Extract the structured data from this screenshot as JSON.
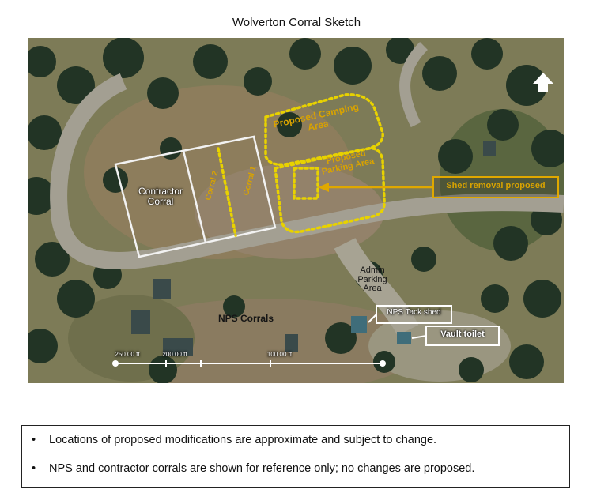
{
  "title": "Wolverton Corral Sketch",
  "map": {
    "labels": {
      "contractor_corral": [
        "Contractor",
        "Corral"
      ],
      "corral2": "Corral 2",
      "corral1": "Corral 1",
      "proposed_camping": [
        "Proposed Camping",
        "Area"
      ],
      "proposed_parking": [
        "Proposed",
        "Parking Area"
      ],
      "shed_removal": "Shed removal proposed",
      "nps_corrals": "NPS Corrals",
      "admin_parking": [
        "Admin",
        "Parking",
        "Area"
      ],
      "nps_tack_shed": "NPS Tack shed",
      "vault_toilet": "Vault toilet"
    },
    "scale": {
      "labels": [
        "250.00 ft",
        "200.00 ft",
        "100.00 ft"
      ]
    },
    "north_arrow": "north-arrow",
    "colors": {
      "proposed": "#e8d200",
      "callout": "#d9a300",
      "existing_outline": "#f2f2f2"
    }
  },
  "notes": [
    "Locations of proposed modifications are approximate and subject to change.",
    "NPS and contractor corrals are shown for reference only; no changes are proposed."
  ]
}
